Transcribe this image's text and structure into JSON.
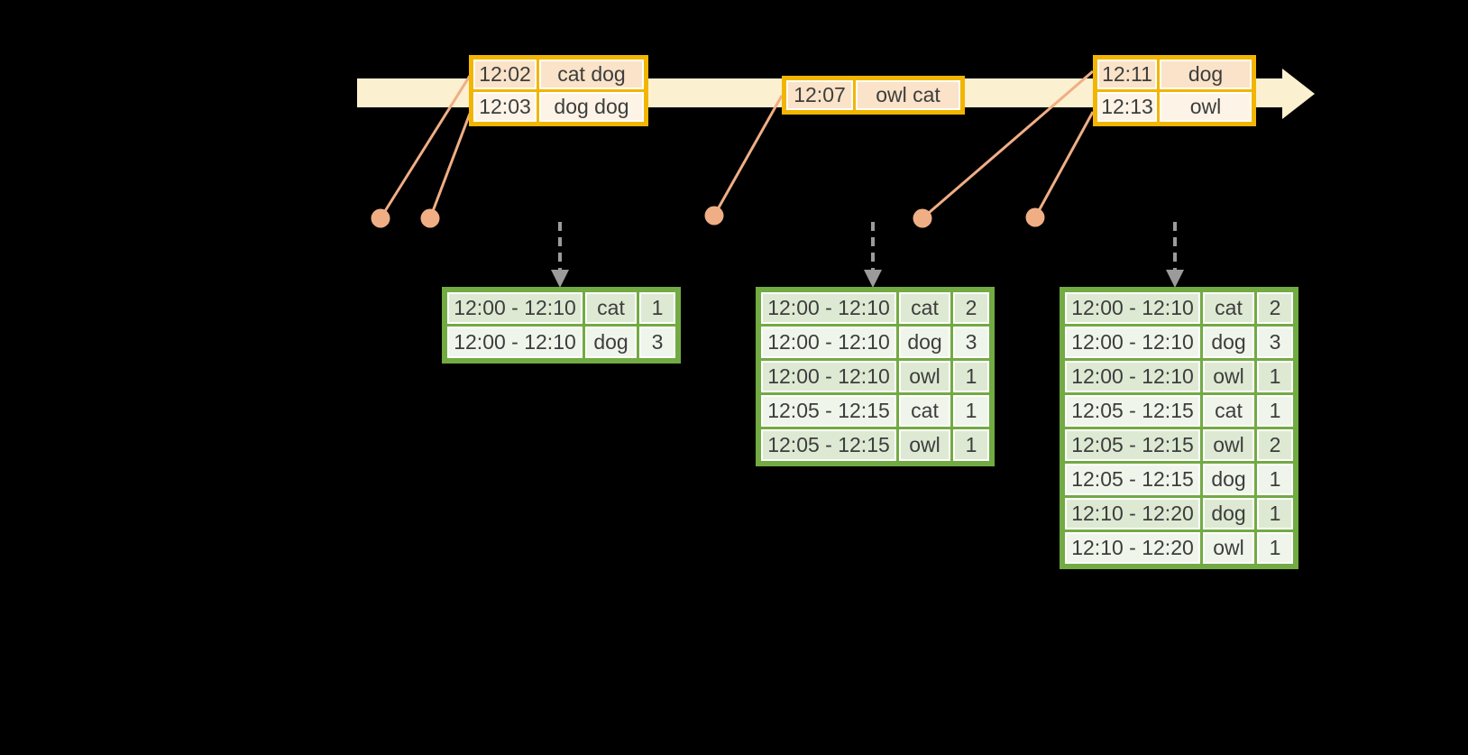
{
  "diagram": {
    "colors": {
      "background": "#000000",
      "band": "#FBF0D0",
      "gold_border": "#F2B500",
      "event_row_dark": "#FAE3C8",
      "event_row_light": "#FDF4E7",
      "connector": "#F0AE85",
      "trigger": "#9B9B9B",
      "green_border": "#72AA43",
      "result_row_dark": "#DEE9D3",
      "result_row_light": "#F0F5EB",
      "cell_gap": "#FFFFFF",
      "text": "#3D3D3D"
    },
    "event_tables": [
      {
        "rows": [
          {
            "time": "12:02",
            "words": "cat dog"
          },
          {
            "time": "12:03",
            "words": "dog dog"
          }
        ]
      },
      {
        "rows": [
          {
            "time": "12:07",
            "words": "owl cat"
          }
        ]
      },
      {
        "rows": [
          {
            "time": "12:11",
            "words": "dog"
          },
          {
            "time": "12:13",
            "words": "owl"
          }
        ]
      }
    ],
    "result_tables": [
      {
        "rows": [
          {
            "window": "12:00 - 12:10",
            "word": "cat",
            "count": "1"
          },
          {
            "window": "12:00 - 12:10",
            "word": "dog",
            "count": "3"
          }
        ]
      },
      {
        "rows": [
          {
            "window": "12:00 - 12:10",
            "word": "cat",
            "count": "2"
          },
          {
            "window": "12:00 - 12:10",
            "word": "dog",
            "count": "3"
          },
          {
            "window": "12:00 - 12:10",
            "word": "owl",
            "count": "1"
          },
          {
            "window": "12:05 - 12:15",
            "word": "cat",
            "count": "1"
          },
          {
            "window": "12:05 - 12:15",
            "word": "owl",
            "count": "1"
          }
        ]
      },
      {
        "rows": [
          {
            "window": "12:00 - 12:10",
            "word": "cat",
            "count": "2"
          },
          {
            "window": "12:00 - 12:10",
            "word": "dog",
            "count": "3"
          },
          {
            "window": "12:00 - 12:10",
            "word": "owl",
            "count": "1"
          },
          {
            "window": "12:05 - 12:15",
            "word": "cat",
            "count": "1"
          },
          {
            "window": "12:05 - 12:15",
            "word": "owl",
            "count": "2"
          },
          {
            "window": "12:05 - 12:15",
            "word": "dog",
            "count": "1"
          },
          {
            "window": "12:10 - 12:20",
            "word": "dog",
            "count": "1"
          },
          {
            "window": "12:10 - 12:20",
            "word": "owl",
            "count": "1"
          }
        ]
      }
    ]
  }
}
